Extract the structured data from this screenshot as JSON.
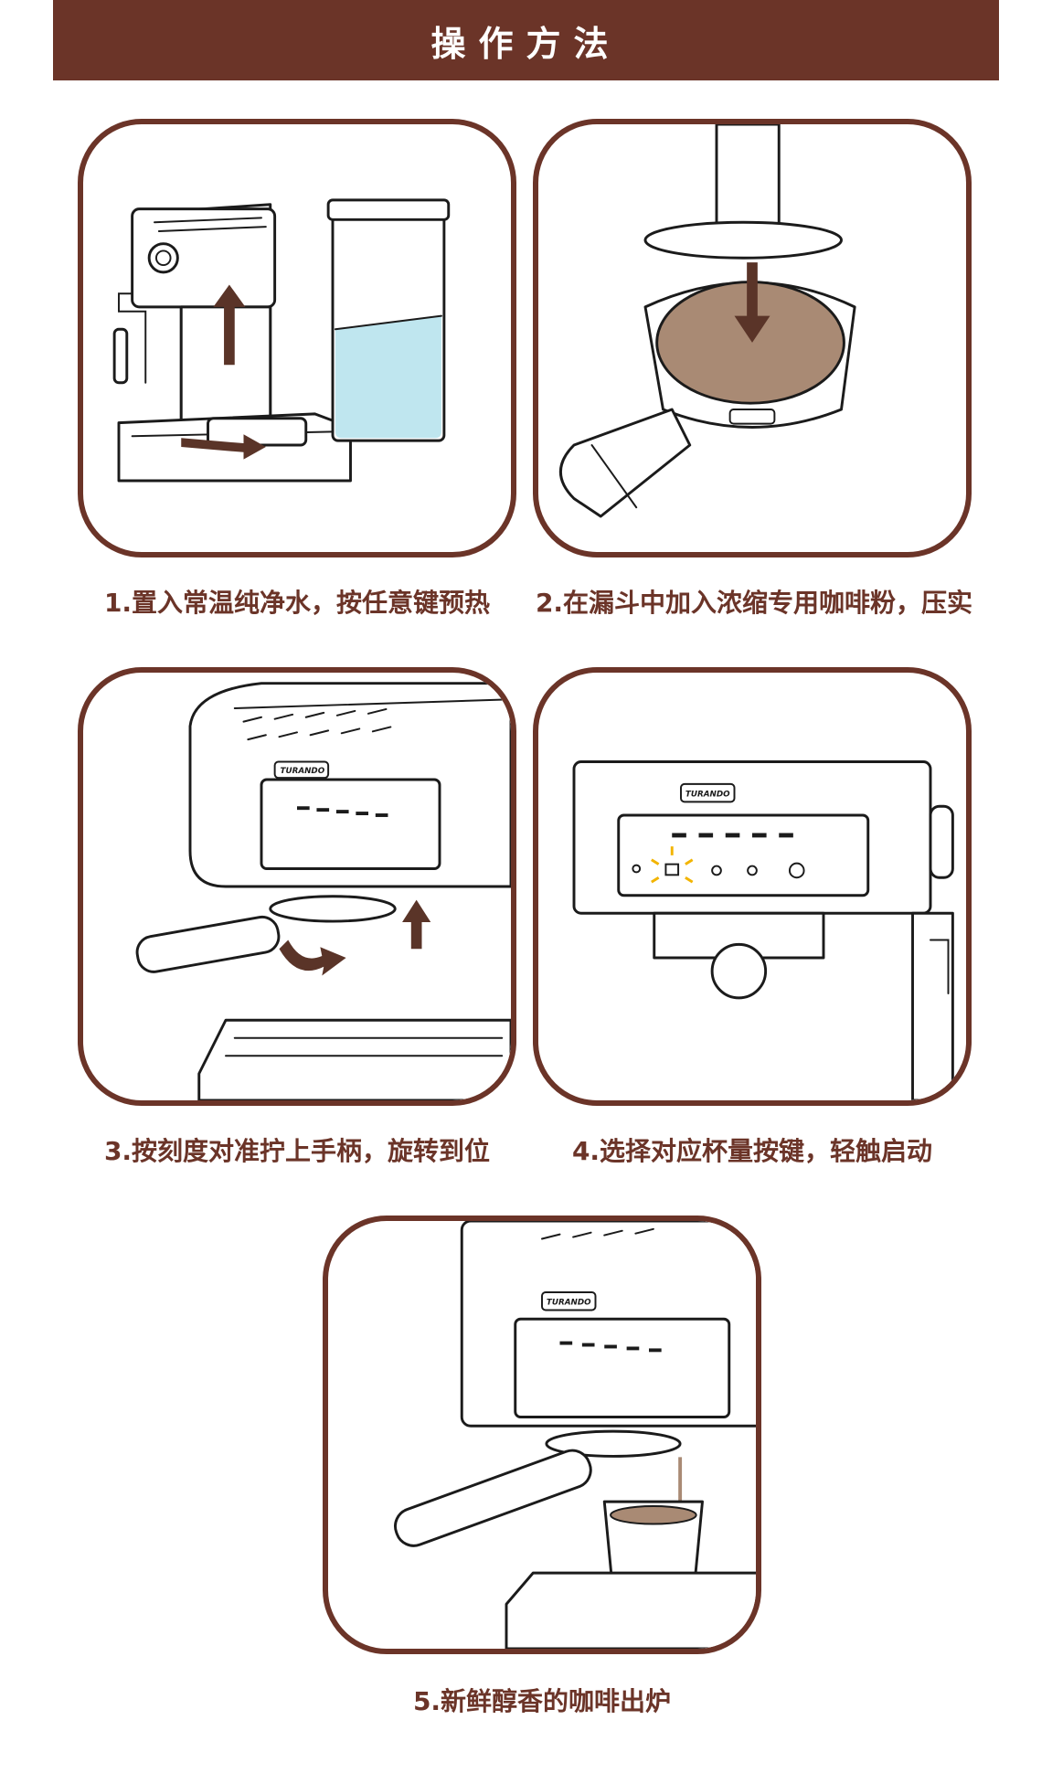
{
  "header": {
    "title": "操作方法"
  },
  "steps": [
    {
      "caption": "1.置入常温纯净水，按任意键预热"
    },
    {
      "caption": "2.在漏斗中加入浓缩专用咖啡粉，压实"
    },
    {
      "caption": "3.按刻度对准拧上手柄，旋转到位"
    },
    {
      "caption": "4.选择对应杯量按键，轻触启动"
    },
    {
      "caption": "5.新鲜醇香的咖啡出炉"
    }
  ],
  "brand": {
    "logo": "TURANDO"
  },
  "colors": {
    "accent": "#6b3428",
    "water": "#bfe6ef",
    "coffee": "#a98a74",
    "arrow": "#5a3428"
  }
}
